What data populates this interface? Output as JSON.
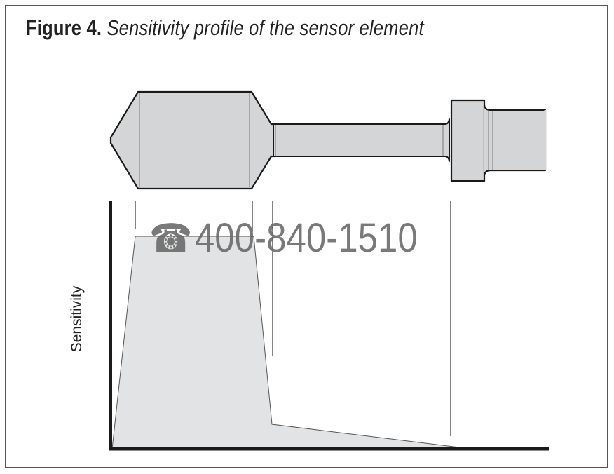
{
  "figure": {
    "label": "Figure 4.",
    "caption": "Sensitivity profile of the sensor element",
    "y_axis_label": "Sensitivity"
  },
  "watermark": {
    "icon": "telephone-icon",
    "phone": "400-840-1510"
  },
  "colors": {
    "fill": "#d4d5d6",
    "plot_fill": "#e2e3e4",
    "stroke": "#1a1a1a",
    "watermark": "#6b6b6b"
  }
}
